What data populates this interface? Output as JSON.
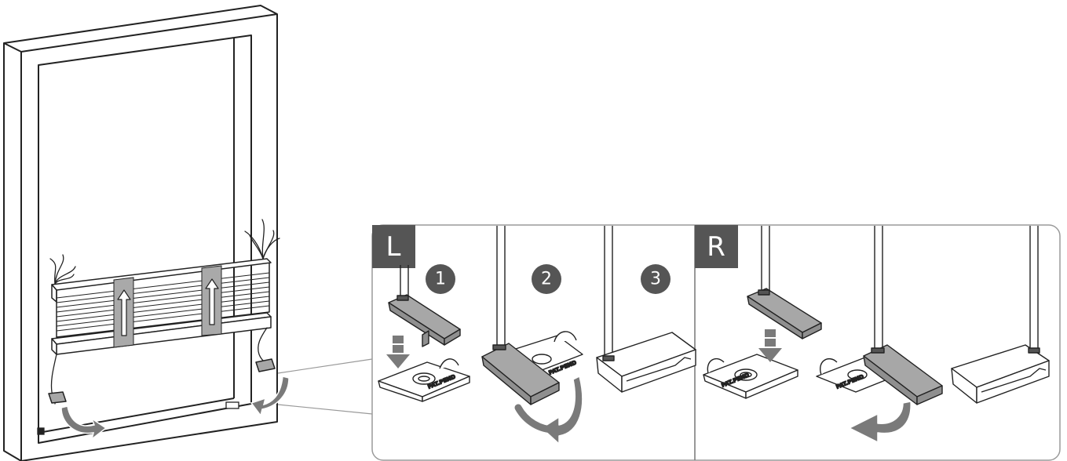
{
  "panels": [
    {
      "id": "left",
      "label": "L",
      "steps": [
        {
          "number": "1"
        },
        {
          "number": "2"
        },
        {
          "number": "3"
        }
      ]
    },
    {
      "id": "right",
      "label": "R",
      "steps": []
    }
  ],
  "icons": {
    "up_arrow": "up-arrow-icon",
    "down_arrow": "down-arrow-icon",
    "rotate_arrow": "curved-arrow-icon"
  },
  "colors": {
    "stroke": "#222222",
    "badge_bg": "#555555",
    "badge_text": "#ffffff",
    "cap_fill": "#a7a7a7",
    "strap_fill": "#a9a9a9",
    "arrow_fill": "#7a7a7a",
    "panel_border": "#9a9a9a"
  }
}
